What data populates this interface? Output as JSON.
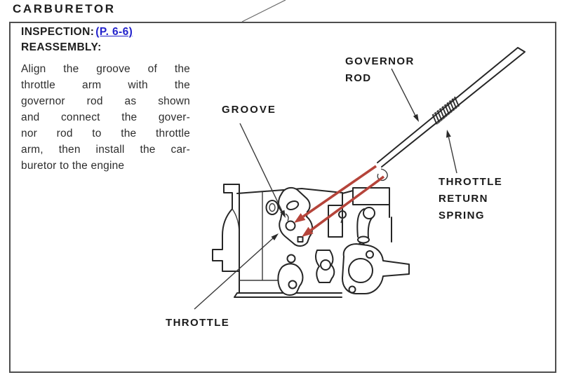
{
  "page": {
    "title": "CARBURETOR"
  },
  "instructions": {
    "inspection_label": "INSPECTION:",
    "inspection_link": "(P. 6-6)",
    "reassembly_label": "REASSEMBLY:",
    "body_lines": [
      "Align the groove of the",
      "throttle arm with the",
      "governor rod as shown",
      "and connect the gover-",
      "nor rod to the throttle",
      "arm, then install the car-",
      "buretor to the engine"
    ]
  },
  "diagram": {
    "labels": {
      "governor_rod": "GOVERNOR\nROD",
      "groove": "GROOVE",
      "throttle_return_spring": "THROTTLE\nRETURN\nSPRING",
      "throttle": "THROTTLE"
    },
    "colors": {
      "line_ink": "#262626",
      "highlight_red": "#b5443a",
      "link_blue": "#2323cc"
    }
  }
}
